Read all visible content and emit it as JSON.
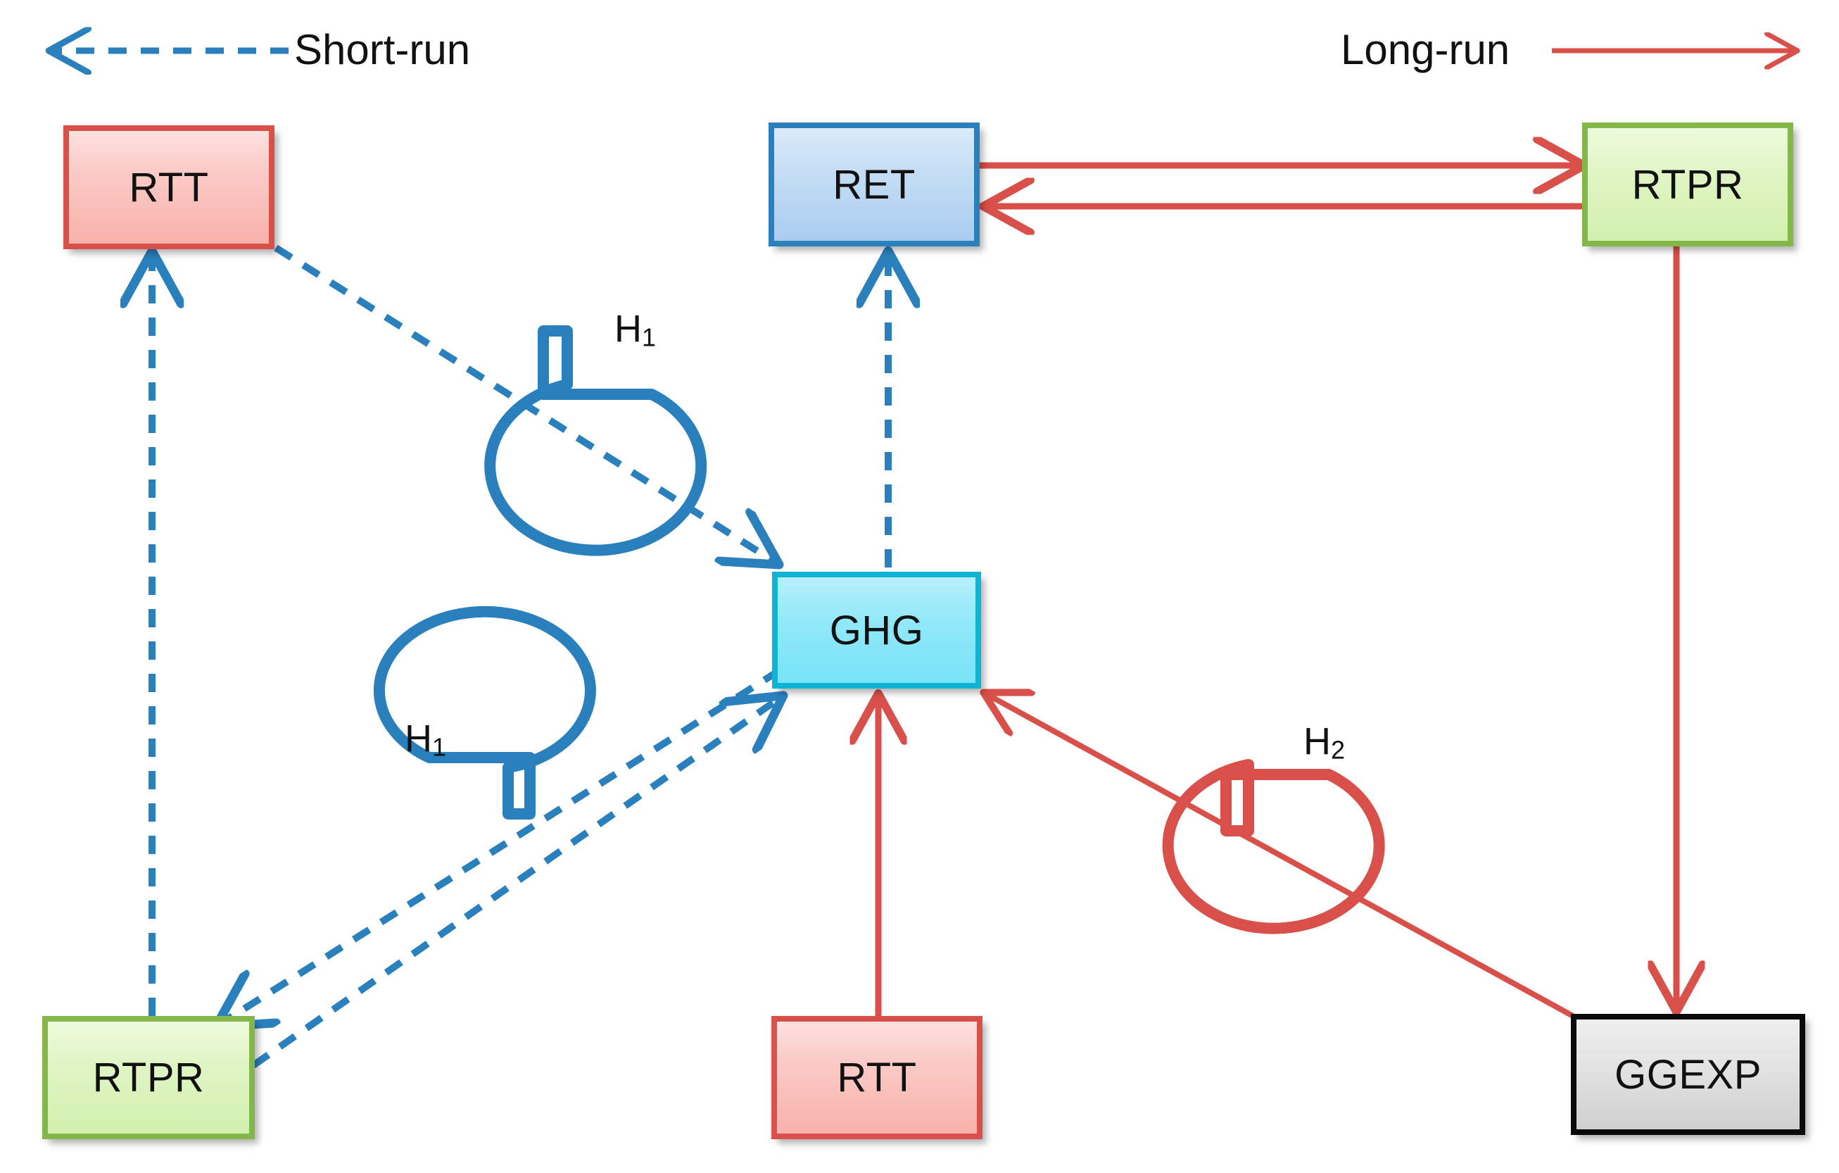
{
  "colors": {
    "short_run": "#2a80bd",
    "long_run": "#d94f49",
    "red_box_border": "#d94f49",
    "blue_box_border": "#2a80bd",
    "green_box_border": "#84b749",
    "cyan_box_border": "#0fb3d4",
    "gray_box_border": "#0a0a0a",
    "background": "#ffffff"
  },
  "legend": {
    "short_run": "Short-run",
    "long_run": "Long-run"
  },
  "nodes": [
    {
      "id": "rtt-top-left",
      "label": "RTT",
      "style": "red"
    },
    {
      "id": "ret",
      "label": "RET",
      "style": "blue"
    },
    {
      "id": "rtpr-top-right",
      "label": "RTPR",
      "style": "green"
    },
    {
      "id": "ghg",
      "label": "GHG",
      "style": "cyan"
    },
    {
      "id": "rtpr-bottom-left",
      "label": "RTPR",
      "style": "green"
    },
    {
      "id": "rtt-bottom",
      "label": "RTT",
      "style": "red"
    },
    {
      "id": "ggexp",
      "label": "GGEXP",
      "style": "gray"
    }
  ],
  "annotations": [
    {
      "id": "h1-top",
      "base": "H",
      "sub": "1",
      "color": "#2a80bd"
    },
    {
      "id": "h1-left",
      "base": "H",
      "sub": "1",
      "color": "#2a80bd"
    },
    {
      "id": "h2",
      "base": "H",
      "sub": "2",
      "color": "#d94f49"
    }
  ],
  "edges": [
    {
      "id": "rtpr-bl-to-rtt-tl",
      "from": "rtpr-bottom-left",
      "to": "rtt-top-left",
      "kind": "short-run",
      "style": "dashed"
    },
    {
      "id": "rtt-tl-to-ghg",
      "from": "rtt-top-left",
      "to": "ghg",
      "kind": "short-run",
      "style": "dashed"
    },
    {
      "id": "ghg-to-ret",
      "from": "ghg",
      "to": "ret",
      "kind": "short-run",
      "style": "dashed"
    },
    {
      "id": "ghg-to-rtpr-bl",
      "from": "ghg",
      "to": "rtpr-bottom-left",
      "kind": "short-run",
      "style": "dashed"
    },
    {
      "id": "rtpr-bl-to-ghg",
      "from": "rtpr-bottom-left",
      "to": "ghg",
      "kind": "short-run",
      "style": "dashed"
    },
    {
      "id": "rtpr-tr-to-ret",
      "from": "rtpr-top-right",
      "to": "ret",
      "kind": "long-run",
      "style": "solid"
    },
    {
      "id": "ret-to-rtpr-tr",
      "from": "ret",
      "to": "rtpr-top-right",
      "kind": "long-run",
      "style": "solid"
    },
    {
      "id": "rtpr-tr-to-ggexp",
      "from": "rtpr-top-right",
      "to": "ggexp",
      "kind": "long-run",
      "style": "solid"
    },
    {
      "id": "ggexp-to-ghg",
      "from": "ggexp",
      "to": "ghg",
      "kind": "long-run",
      "style": "solid"
    },
    {
      "id": "rtt-bottom-to-ghg",
      "from": "rtt-bottom",
      "to": "ghg",
      "kind": "long-run",
      "style": "solid"
    }
  ]
}
